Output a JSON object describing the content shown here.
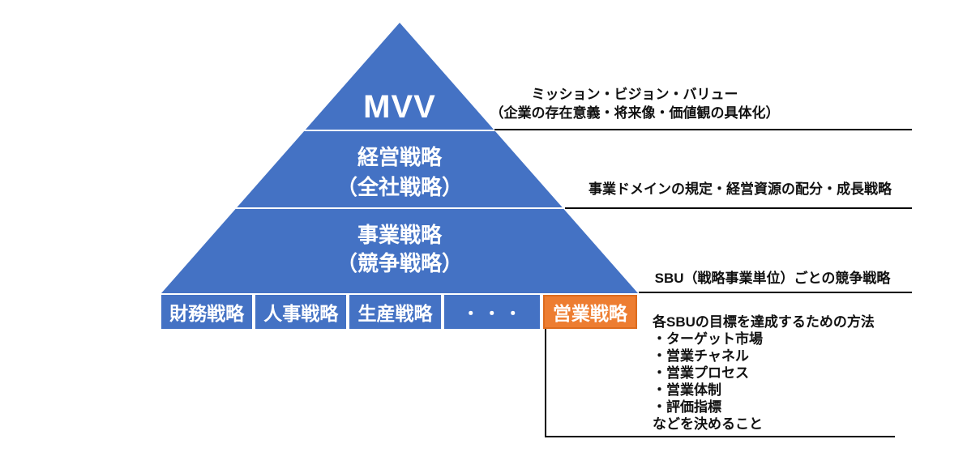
{
  "colors": {
    "pyramid_blue": "#4472C4",
    "highlight_orange": "#ED7D31",
    "highlight_orange_border": "#DD6B1D",
    "rule_black": "#000000",
    "text_white": "#FFFFFF",
    "text_black": "#111111"
  },
  "pyramid": {
    "levels": [
      {
        "label": "MVV",
        "sublabel": ""
      },
      {
        "label": "経営戦略",
        "sublabel": "（全社戦略）"
      },
      {
        "label": "事業戦略",
        "sublabel": "（競争戦略）"
      }
    ]
  },
  "functional_row": {
    "items": [
      {
        "label": "財務戦略",
        "highlight": false
      },
      {
        "label": "人事戦略",
        "highlight": false
      },
      {
        "label": "生産戦略",
        "highlight": false
      },
      {
        "label": "・・・",
        "highlight": false
      },
      {
        "label": "営業戦略",
        "highlight": true
      }
    ]
  },
  "annotations": {
    "mvv": {
      "line1": "ミッション・ビジョン・バリュー",
      "line2": "（企業の存在意義・将来像・価値観の具体化）"
    },
    "corporate": "事業ドメインの規定・経営資源の配分・成長戦略",
    "business": "SBU（戦略事業単位）ごとの競争戦略",
    "sales": {
      "title": "各SBUの目標を達成するための方法",
      "items": [
        "・ターゲット市場",
        "・営業チャネル",
        "・営業プロセス",
        "・営業体制",
        "・評価指標"
      ],
      "footer": "などを決めること"
    }
  }
}
